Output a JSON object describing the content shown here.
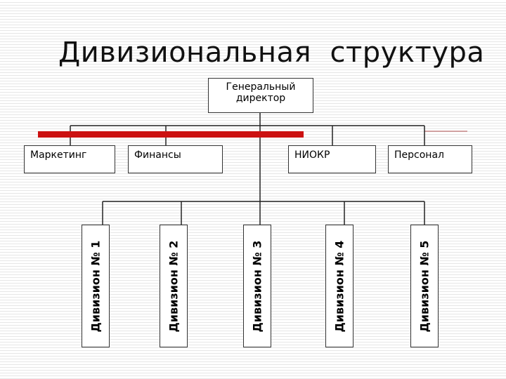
{
  "title": "Дивизиональная  структура",
  "ceo": {
    "line1": "Генеральный",
    "line2": "директор"
  },
  "departments": [
    "Маркетинг",
    "Финансы",
    "НИОКР",
    "Персонал"
  ],
  "divisions": [
    "Дивизион № 1",
    "Дивизион № 2",
    "Дивизион № 3",
    "Дивизион № 4",
    "Дивизион № 5"
  ],
  "colors": {
    "accent_bar": "#cc1111",
    "connector": "#222222",
    "thin_line": "#b05050"
  }
}
